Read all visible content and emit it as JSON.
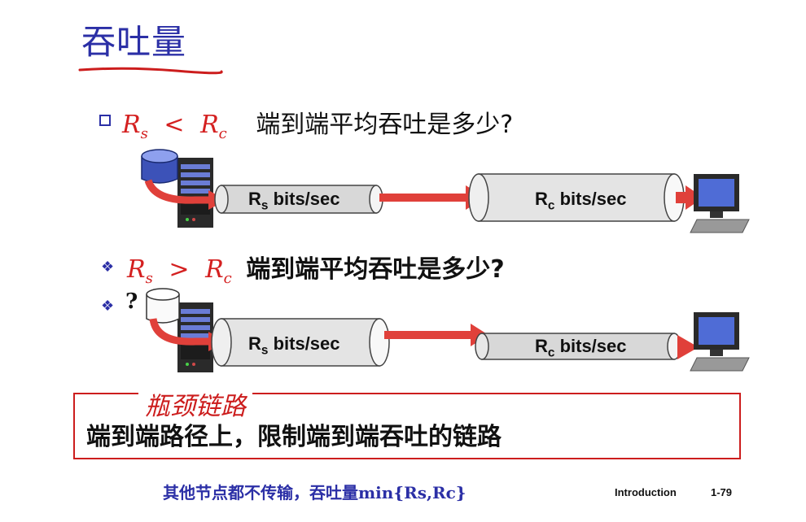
{
  "title": "吞吐量",
  "case1": {
    "rs": "R",
    "rs_sub": "s",
    "op": "<",
    "rc": "R",
    "rc_sub": "c",
    "question": "端到端平均吞吐是多少?"
  },
  "case2": {
    "rs": "R",
    "rs_sub": "s",
    "op": ">",
    "rc": "R",
    "rc_sub": "c",
    "question": "端到端平均吞吐是多少?",
    "sub_bullet": "?"
  },
  "pipes": {
    "rs_label_main": "R",
    "rs_label_sub": "s",
    "rs_label_rest": " bits/sec",
    "rc_label_main": "R",
    "rc_label_sub": "c",
    "rc_label_rest": " bits/sec"
  },
  "bottleneck": {
    "title": "瓶颈链路",
    "definition": "端到端路径上，限制端到端吞吐的链路"
  },
  "footer_note": "其他节点都不传输，吞吐量min{Rs,Rc}",
  "slide_section": "Introduction",
  "slide_number": "1-79",
  "colors": {
    "title_blue": "#2b2fa6",
    "accent_red": "#cc1d1d",
    "arrow_red": "#e0403a"
  }
}
